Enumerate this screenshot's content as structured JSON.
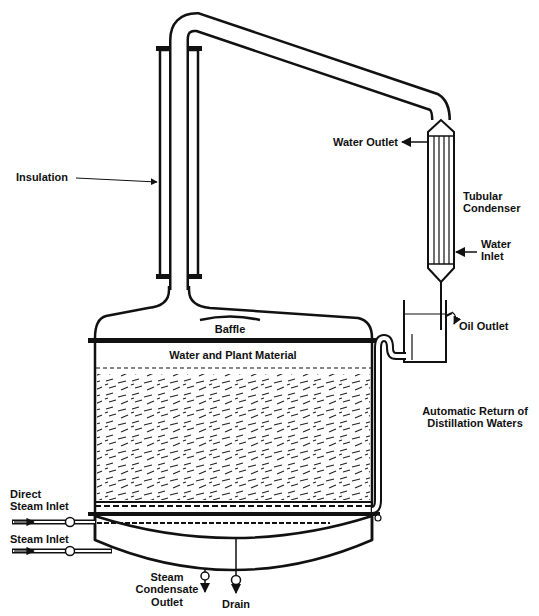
{
  "diagram": {
    "labels": [
      "Insulation",
      "Baffle",
      "Water and Plant Material",
      "Water Outlet",
      "Tubular Condenser",
      "Water Inlet",
      "Oil Outlet",
      "Automatic Return of Distillation Waters",
      "Direct Steam Inlet",
      "Steam Inlet",
      "Steam Condensate Outlet",
      "Drain"
    ]
  }
}
